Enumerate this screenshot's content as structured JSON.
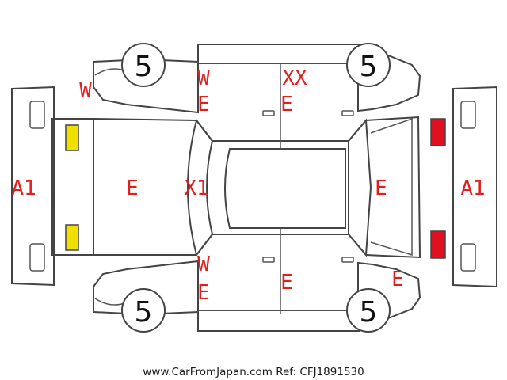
{
  "tires": {
    "front_left": "5",
    "rear_left": "5",
    "front_right": "5",
    "rear_right": "5"
  },
  "marks": {
    "left_bumper": "A1",
    "hood": "E",
    "left_fender_top": "W",
    "left_front_door_top_w": "W",
    "left_front_door_top_e": "E",
    "left_rear_door_top_xx": "XX",
    "left_rear_door_top_e": "E",
    "windshield": "X1",
    "trunk": "E",
    "rear_bumper": "A1",
    "right_front_door_w": "W",
    "right_front_door_e": "E",
    "right_rear_door_e": "E",
    "right_rear_quarter_e": "E"
  },
  "footer": {
    "credit": "www.CarFromJapan.com Ref: CFJ1891530"
  },
  "colors": {
    "mark": "#e0201e",
    "headlight": "#f0e000",
    "taillight": "#e01020",
    "outline": "#444444"
  }
}
